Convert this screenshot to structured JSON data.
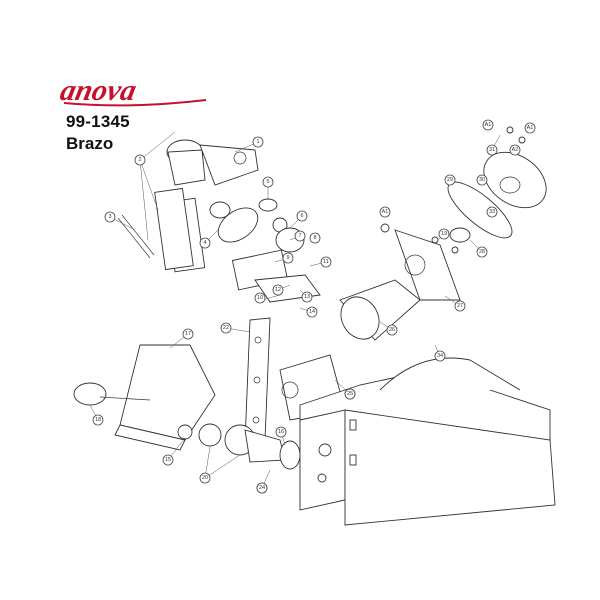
{
  "brand": {
    "logo_text": "anova",
    "color": "#c8102e"
  },
  "part": {
    "number": "99-1345",
    "name": "Brazo"
  },
  "callouts": [
    "1",
    "2",
    "3",
    "4",
    "5",
    "6",
    "7",
    "8",
    "9",
    "10",
    "11",
    "12",
    "13",
    "14",
    "15",
    "16",
    "17",
    "18",
    "19",
    "20",
    "21",
    "22",
    "23",
    "24",
    "25",
    "26",
    "27",
    "28",
    "29",
    "30",
    "31",
    "33",
    "34",
    "A1",
    "A1",
    "A1",
    "A2"
  ]
}
